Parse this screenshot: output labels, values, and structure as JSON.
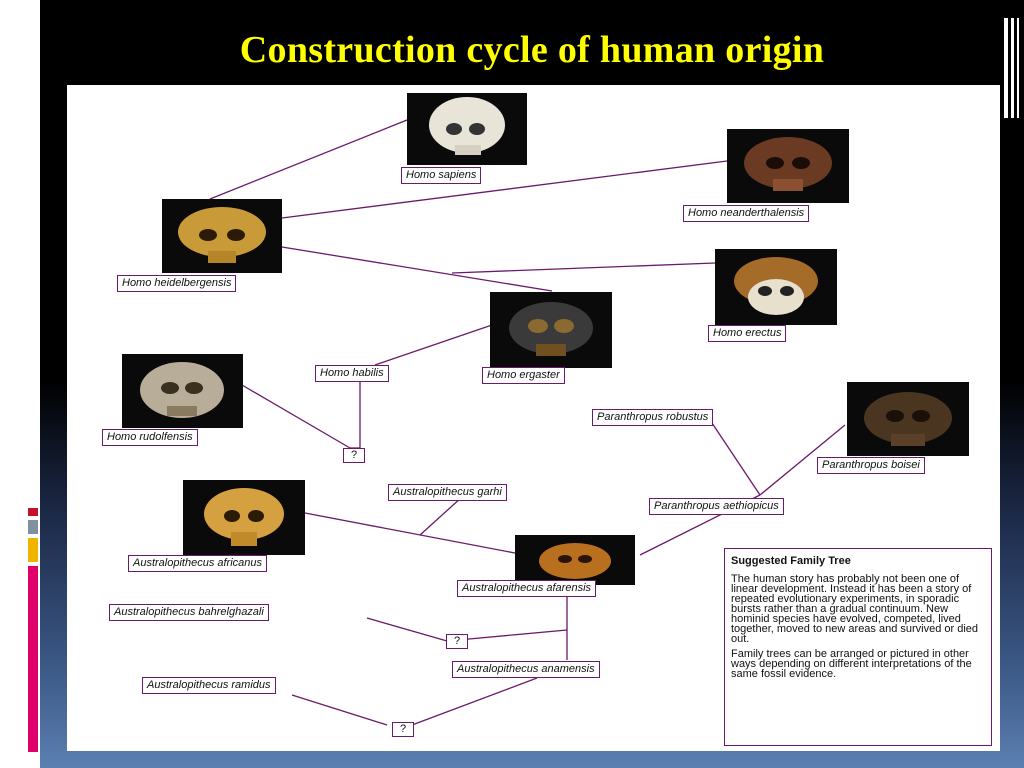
{
  "title": "Construction cycle of human origin",
  "colors": {
    "title": "#ffff00",
    "line": "#6a1a6a",
    "accent_red": "#c8102e",
    "accent_gray": "#8090a0",
    "accent_yellow": "#f0b400",
    "accent_pink": "#e0006a"
  },
  "species": {
    "homo_sapiens": "Homo sapiens",
    "homo_neanderthalensis": "Homo neanderthalensis",
    "homo_heidelbergensis": "Homo heidelbergensis",
    "homo_erectus": "Homo erectus",
    "homo_ergaster": "Homo ergaster",
    "homo_habilis": "Homo habilis",
    "homo_rudolfensis": "Homo rudolfensis",
    "paranthropus_robustus": "Paranthropus robustus",
    "paranthropus_boisei": "Paranthropus boisei",
    "paranthropus_aethiopicus": "Paranthropus aethiopicus",
    "australopithecus_garhi": "Australopithecus garhi",
    "australopithecus_africanus": "Australopithecus africanus",
    "australopithecus_afarensis": "Australopithecus afarensis",
    "australopithecus_bahrelghazali": "Australopithecus bahrelghazali",
    "australopithecus_anamensis": "Australopithecus anamensis",
    "australopithecus_ramidus": "Australopithecus ramidus"
  },
  "unknown_marker": "?",
  "info_box": {
    "title": "Suggested Family Tree",
    "paragraph1": "The human story has probably not been one of linear development. Instead it has been a story of repeated evolutionary experiments, in sporadic bursts rather than a gradual continuum. New hominid species have evolved, competed, lived together, moved to new areas and survived or died out.",
    "paragraph2": "Family trees can be arranged or pictured in other ways depending on different interpretations of the same fossil evidence."
  }
}
